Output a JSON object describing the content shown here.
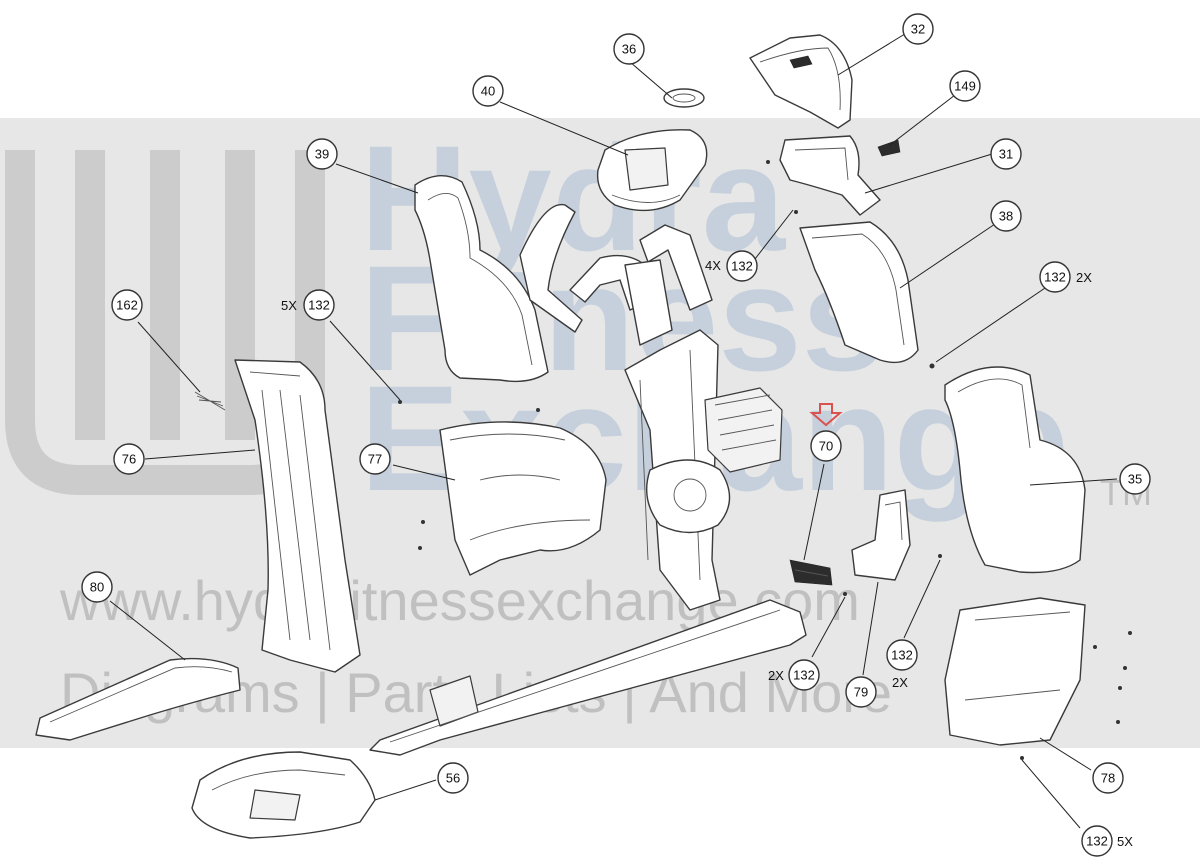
{
  "watermark": {
    "brand_lines": [
      "Hydra",
      "Fitness",
      "Exchange"
    ],
    "trademark": "TM",
    "url": "www.hydrafitnessexchange.com",
    "tagline": "Diagrams | Parts Lists | And More"
  },
  "highlight": {
    "part": "70",
    "arrow_color": "#d9534f"
  },
  "callouts": {
    "c32": "32",
    "c36": "36",
    "c40": "40",
    "c149": "149",
    "c39": "39",
    "c31": "31",
    "c38": "38",
    "c132a": "132",
    "c132b": "132",
    "c132c": "132",
    "c162": "162",
    "c76": "76",
    "c77": "77",
    "c70": "70",
    "c35": "35",
    "c80": "80",
    "c132d": "132",
    "c79": "79",
    "c132e": "132",
    "c78": "78",
    "c56": "56",
    "c132f": "132"
  },
  "quantities": {
    "q132a": "4X",
    "q132b": "2X",
    "q132c": "5X",
    "q132d": "2X",
    "q132e": "2X",
    "q132f": "5X"
  }
}
